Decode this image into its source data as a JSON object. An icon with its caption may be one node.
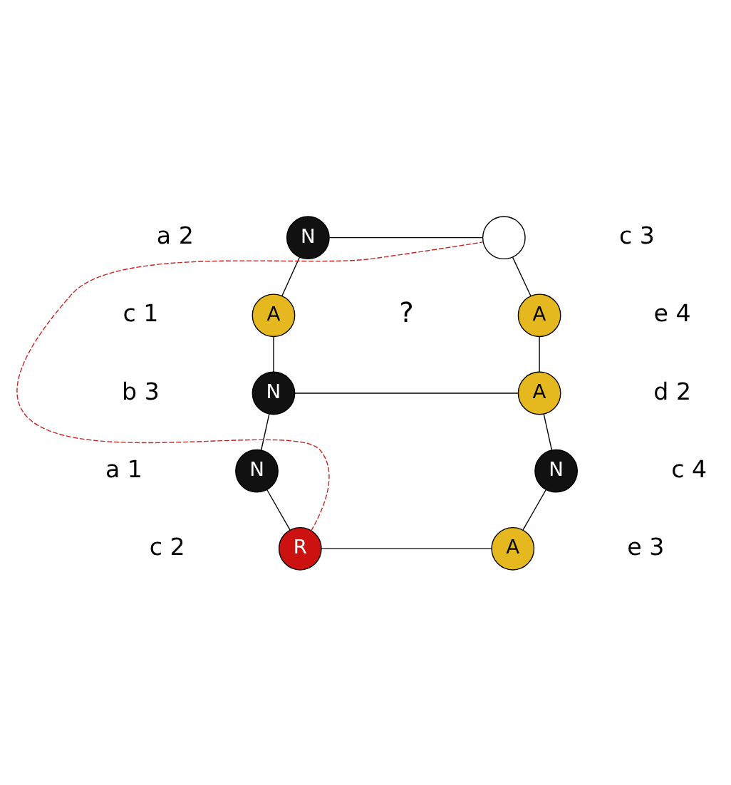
{
  "diagram": {
    "nodes": [
      {
        "text": [
          "N"
        ]
      },
      {
        "text": [],
        "shape": "circle"
      },
      {
        "text": [
          "A"
        ]
      },
      {
        "text": [
          "A"
        ]
      },
      {
        "text": [
          "N"
        ]
      },
      {
        "text": [
          "A"
        ]
      },
      {
        "text": [
          "N"
        ]
      },
      {
        "text": [
          "N"
        ]
      },
      {
        "text": [
          "R"
        ]
      },
      {
        "text": [
          "A"
        ]
      }
    ],
    "edges": [
      {
        "from": 0,
        "to": 1,
        "arrow": "none"
      },
      {
        "from": 0,
        "to": 2,
        "arrow": "none"
      },
      {
        "from": 1,
        "to": 3,
        "arrow": "none"
      },
      {
        "from": 2,
        "to": 4,
        "arrow": "none"
      },
      {
        "from": 3,
        "to": 5,
        "arrow": "none"
      },
      {
        "from": 4,
        "to": 5,
        "arrow": "none"
      },
      {
        "from": 4,
        "to": 6,
        "arrow": "none"
      },
      {
        "from": 5,
        "to": 7,
        "arrow": "none"
      },
      {
        "from": 6,
        "to": 8,
        "arrow": "none"
      },
      {
        "from": 7,
        "to": 9,
        "arrow": "none"
      },
      {
        "from": 8,
        "to": 9,
        "arrow": "none"
      },
      {
        "from": 8,
        "to": 1,
        "arrow": "none",
        "style": "dashed",
        "color": "#cc2222"
      }
    ],
    "labels": [
      "a 2",
      "c 3",
      "c 1",
      "?",
      "e 4",
      "b 3",
      "d 2",
      "a 1",
      "c 4",
      "c 2",
      "e 3"
    ]
  }
}
